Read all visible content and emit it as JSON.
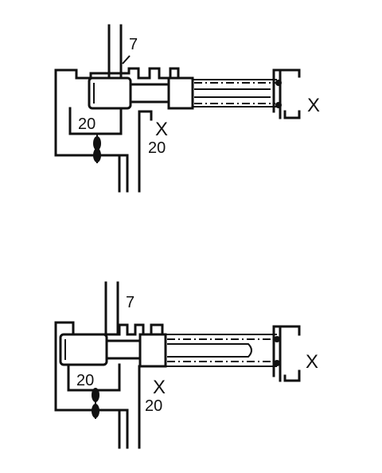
{
  "figures": [
    {
      "id": "top",
      "label_7": "7",
      "label_20_box": "20",
      "label_20_lower": "20",
      "label_x_marker": "X",
      "label_x_side": "X"
    },
    {
      "id": "bottom",
      "label_7": "7",
      "label_20_box": "20",
      "label_20_lower": "20",
      "label_x_marker": "X",
      "label_x_side": "X"
    }
  ]
}
